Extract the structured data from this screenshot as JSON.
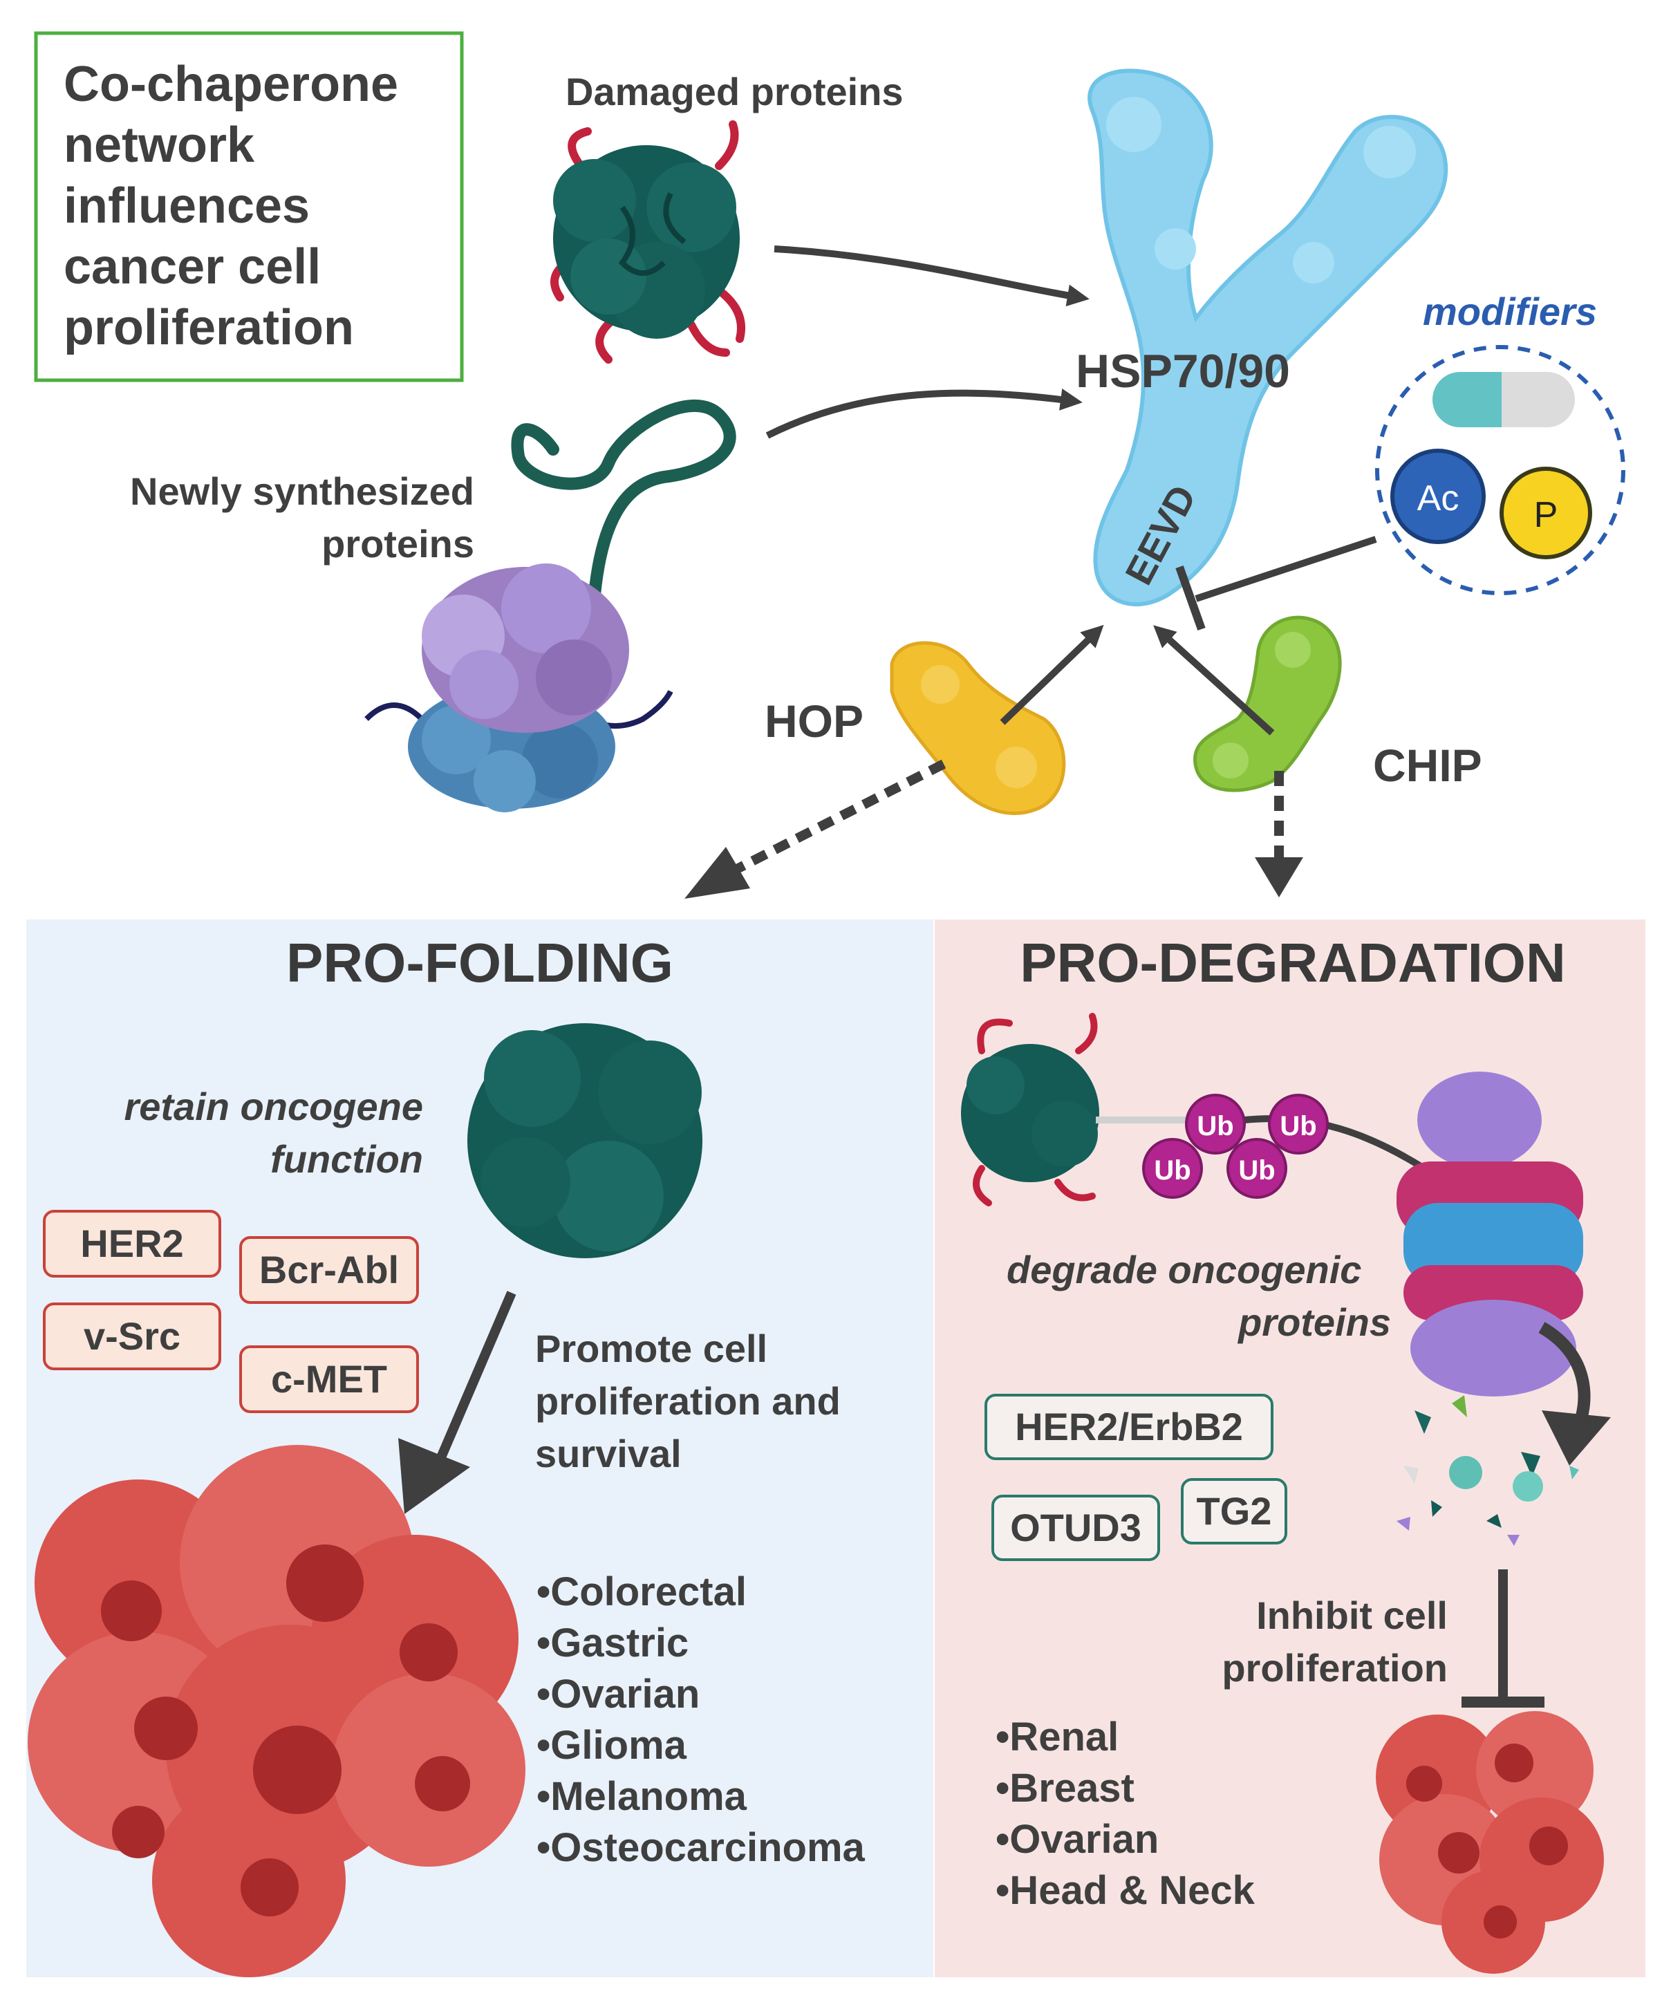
{
  "title_lines": [
    "Co-chaperone",
    "network",
    "influences",
    "cancer cell",
    "proliferation"
  ],
  "labels": {
    "damaged_proteins": "Damaged proteins",
    "newly_synthesized": [
      "Newly synthesized",
      "proteins"
    ],
    "hsp": "HSP70/90",
    "eevd": "EEVD",
    "modifiers": "modifiers",
    "ac": "Ac",
    "p": "P",
    "hop": "HOP",
    "chip": "CHIP"
  },
  "pro_folding": {
    "heading": "PRO-FOLDING",
    "caption_lines": [
      "retain oncogene",
      "function"
    ],
    "tags": [
      "HER2",
      "Bcr-Abl",
      "v-Src",
      "c-MET"
    ],
    "effect_lines": [
      "Promote cell",
      "proliferation and",
      "survival"
    ],
    "cancers": [
      "•Colorectal",
      "•Gastric",
      "•Ovarian",
      "•Glioma",
      "•Melanoma",
      "•Osteocarcinoma"
    ]
  },
  "pro_degradation": {
    "heading": "PRO-DEGRADATION",
    "ub": "Ub",
    "caption_lines": [
      "degrade oncogenic",
      "proteins"
    ],
    "tags": [
      "HER2/ErbB2",
      "OTUD3",
      "TG2"
    ],
    "effect_lines": [
      "Inhibit cell",
      "proliferation"
    ],
    "cancers": [
      "•Renal",
      "•Breast",
      "•Ovarian",
      "•Head & Neck"
    ]
  },
  "colors": {
    "title_border": "#4caf3f",
    "left_panel": "#e9f1fa",
    "right_panel": "#f7e4e2",
    "protein_teal": "#145a55",
    "hsp_blue": "#8fd3f0",
    "hop_yellow": "#f2c02e",
    "chip_green": "#8cc63f",
    "ub_magenta": "#b2248f",
    "tumor_red": "#d9534f",
    "modifiers_blue": "#2a5db0"
  }
}
